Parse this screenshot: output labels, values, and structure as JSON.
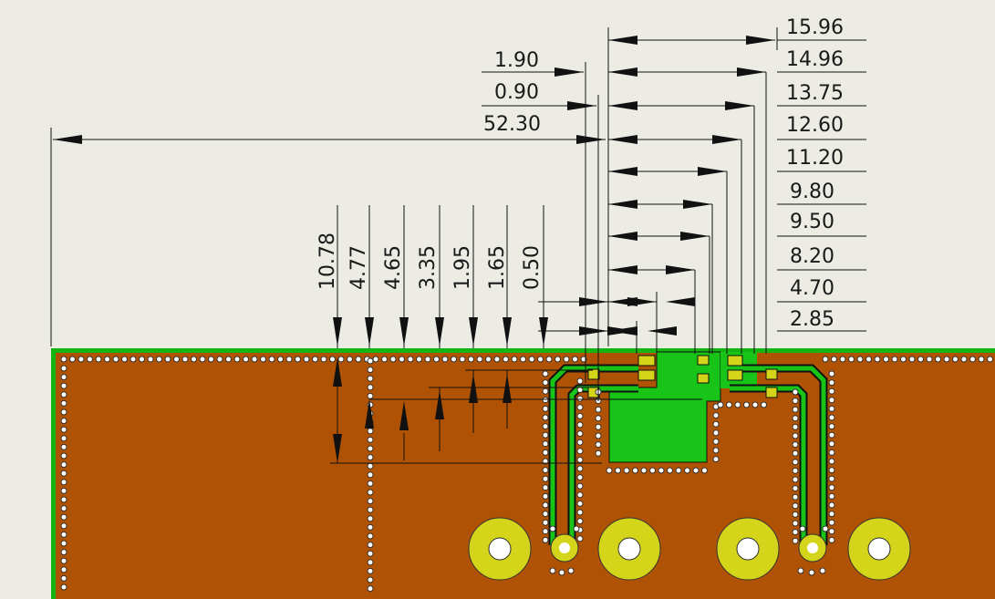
{
  "colors": {
    "background": "#ecebe4",
    "board": "#b05203",
    "board_edge": "#14b414",
    "pad": "#17c417",
    "via_ring": "#d4d41a",
    "line": "#111111"
  },
  "right_dimensions": [
    "15.96",
    "14.96",
    "13.75",
    "12.60",
    "11.20",
    "9.80",
    "9.50",
    "8.20",
    "4.70",
    "2.85"
  ],
  "left_dimensions": [
    "1.90",
    "0.90",
    "52.30"
  ],
  "vertical_dimensions": [
    "10.78",
    "4.77",
    "4.65",
    "3.35",
    "1.95",
    "1.65",
    "0.50"
  ]
}
